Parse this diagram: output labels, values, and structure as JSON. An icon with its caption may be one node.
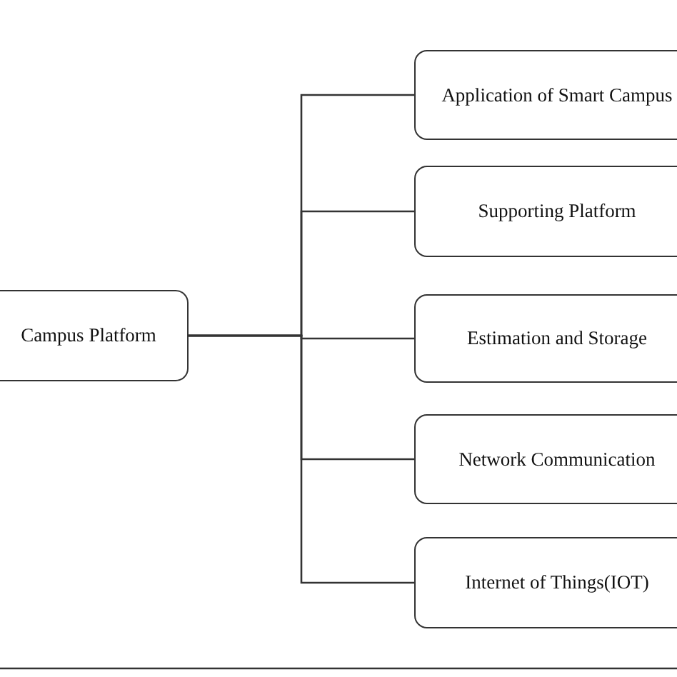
{
  "diagram": {
    "nodes": [
      {
        "text": [
          "Campus Platform"
        ]
      },
      {
        "text": [
          "Application of Smart Campus"
        ]
      },
      {
        "text": [
          "Supporting Platform"
        ]
      },
      {
        "text": [
          "Estimation and Storage"
        ]
      },
      {
        "text": [
          "Network Communication"
        ]
      },
      {
        "text": [
          "Internet of Things(IOT)"
        ]
      }
    ],
    "edges": [
      {
        "from": 0,
        "to": 1,
        "arrow": "none"
      },
      {
        "from": 0,
        "to": 2,
        "arrow": "none"
      },
      {
        "from": 0,
        "to": 3,
        "arrow": "none"
      },
      {
        "from": 0,
        "to": 4,
        "arrow": "none"
      },
      {
        "from": 0,
        "to": 5,
        "arrow": "none"
      }
    ]
  }
}
